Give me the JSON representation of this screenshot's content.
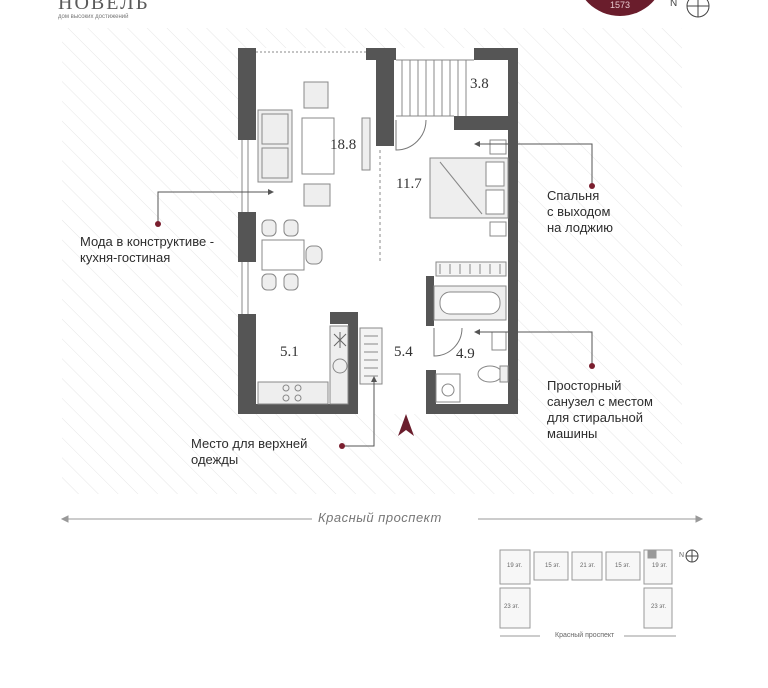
{
  "brand": {
    "name": "НОВЕЛЬ",
    "tagline": "дом высоких достижений"
  },
  "badge": {
    "text": "1573"
  },
  "compass": {
    "label": "N"
  },
  "rooms": [
    {
      "id": "living",
      "area": "18.8"
    },
    {
      "id": "balcony",
      "area": "3.8"
    },
    {
      "id": "bedroom",
      "area": "11.7"
    },
    {
      "id": "kitchen",
      "area": "5.1"
    },
    {
      "id": "hall",
      "area": "5.4"
    },
    {
      "id": "bathroom",
      "area": "4.9"
    }
  ],
  "callouts": {
    "kitchen_living": {
      "line1": "Мода в конструктиве -",
      "line2": "кухня-гостиная"
    },
    "bedroom": {
      "line1": "Спальня",
      "line2": "с выходом",
      "line3": "на лоджию"
    },
    "bathroom": {
      "line1": "Просторный",
      "line2": "санузел с местом",
      "line3": "для стиральной",
      "line4": "машины"
    },
    "wardrobe": {
      "line1": "Место для верхней",
      "line2": "одежды"
    }
  },
  "street": {
    "name": "Красный проспект"
  },
  "site_plan": {
    "floors": [
      "19 эт.",
      "15 эт.",
      "21 эт.",
      "15 эт.",
      "19 эт.",
      "23 эт.",
      "23 эт."
    ],
    "street": "Красный проспект",
    "compass": "N"
  },
  "colors": {
    "accent": "#6a1d2c",
    "wall": "#555555",
    "callout_dot": "#7a1e2e",
    "hatch": "#e6e6e6"
  }
}
